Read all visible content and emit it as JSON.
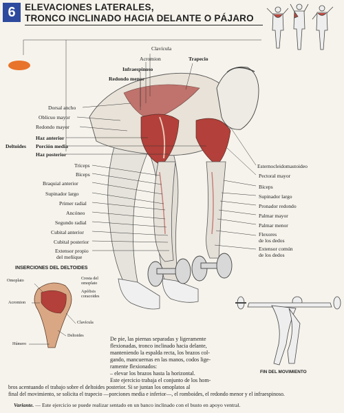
{
  "header": {
    "number": "6",
    "title_line1": "ELEVACIONES LATERALES,",
    "title_line2": "TRONCO INCLINADO HACIA DELANTE O PÁJARO"
  },
  "labels_top": {
    "clavicula": "Clavícula",
    "acromion": "Acromion",
    "trapecio": "Trapecio",
    "infraespinoso": "Infraespinoso",
    "redondo_menor": "Redondo menor"
  },
  "labels_left": {
    "dorsal_ancho": "Dorsal ancho",
    "oblicuo_mayor": "Oblicuo mayor",
    "redondo_mayor": "Redondo mayor",
    "deltoides": "Deltoides",
    "haz_anterior": "Haz anterior",
    "porcion_media": "Porción media",
    "haz_posterior": "Haz posterior",
    "triceps": "Tríceps",
    "biceps": "Bíceps",
    "braquial_anterior": "Braquial anterior",
    "supinador_largo": "Supinador largo",
    "primer_radial": "Primer radial",
    "anconeo": "Ancóneo",
    "segundo_radial": "Segundo radial",
    "cubital_anterior": "Cubital anterior",
    "cubital_posterior": "Cubital posterior",
    "extensor_propio_1": "Extensor propio",
    "extensor_propio_2": "del meñique"
  },
  "labels_right": {
    "esternocleidomastoideo": "Esternocleidomastoideo",
    "pectoral_mayor": "Pectoral mayor",
    "biceps": "Bíceps",
    "supinador_largo": "Supinador largo",
    "pronador_redondo": "Pronador redondo",
    "palmar_mayor": "Palmar mayor",
    "palmar_menor": "Palmar menor",
    "flexores_1": "Flexores",
    "flexores_2": "de los dedos",
    "extensor_comun_1": "Extensor común",
    "extensor_comun_2": "de los dedos"
  },
  "insertions": {
    "title": "INSERCIONES DEL DELTOIDES",
    "omoplato": "Omoplato",
    "cresta_1": "Cresta del",
    "cresta_2": "omoplato",
    "apofisis_1": "Apófisis",
    "apofisis_2": "coracoides",
    "acromion": "Acromion",
    "clavicula": "Clavícula",
    "deltoides": "Deltoides",
    "humero": "Húmero"
  },
  "fin_label": "FIN DEL MOVIMIENTO",
  "description": {
    "l1": "De pie, las piernas separadas y ligeramente",
    "l2": "flexionadas, tronco inclinado hacia delante,",
    "l3": "manteniendo la espalda recta, los brazos col-",
    "l4": "gando, mancuernas en las manos, codos lige-",
    "l5": "ramente flexionados:",
    "l6": "– elevar los brazos hasta la horizontal.",
    "l7": "Este ejercicio trabaja el conjunto de los hom-",
    "l8": "bros acentuando el trabajo sobre el deltoides posterior. Si se juntan los omoplatos al",
    "l9": "final del movimiento, se solicita el trapecio —porciones media e inferior—, el romboides, el redondo menor y el infraespinoso."
  },
  "variant": {
    "label": "Variante.",
    "text": " — Este ejercicio se puede realizar sentado en un banco inclinado con el busto en apoyo ventral."
  },
  "colors": {
    "badge": "#2d4a9e",
    "oval": "#e8732a",
    "muscle_highlight": "#b3403a"
  }
}
